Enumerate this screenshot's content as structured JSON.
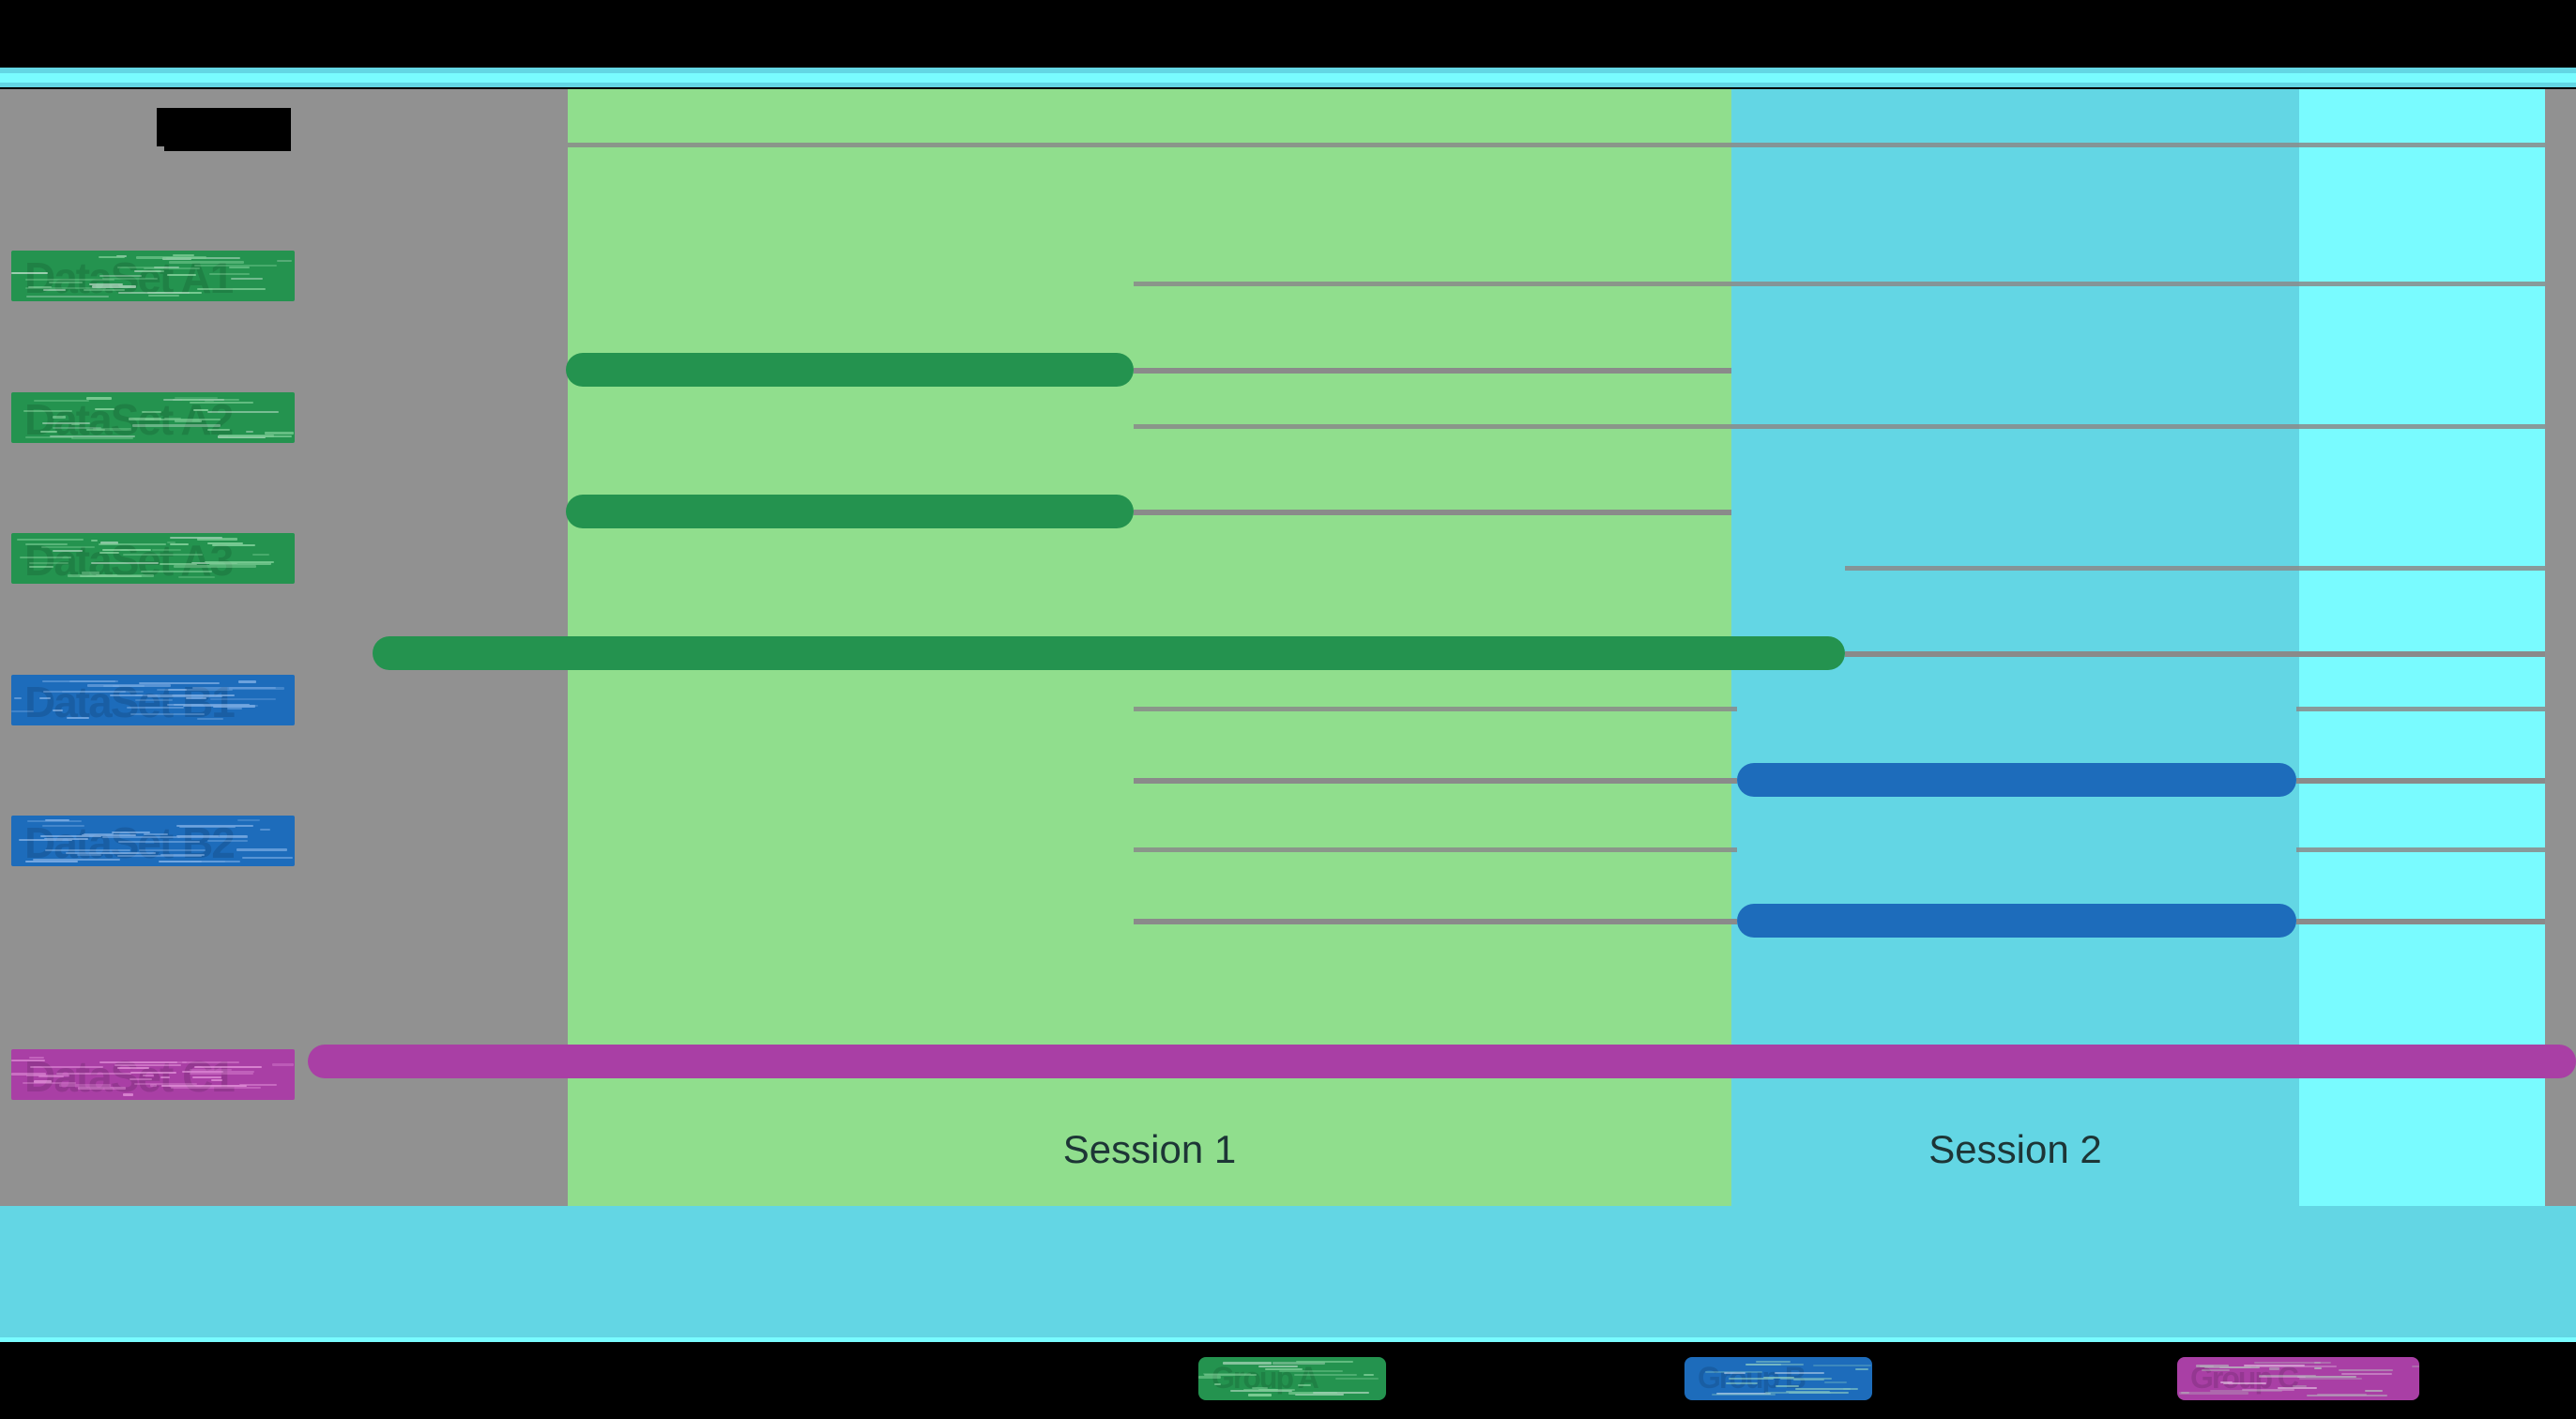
{
  "figure": {
    "type": "gantt",
    "title_redacted": true,
    "title_placeholder": "[redacted]",
    "background_color": "#919191",
    "session_bands": [
      {
        "label": "Session 1",
        "color": "#90de8d",
        "x_start": 605,
        "x_end": 1845
      },
      {
        "label": "Session 2",
        "color": "#63d6e4",
        "x_start": 1845,
        "x_end": 2450
      },
      {
        "label": "",
        "color": "#79fbff",
        "x_start": 2450,
        "x_end": 2712
      }
    ]
  },
  "chart_data": {
    "type": "bar",
    "title": "[redacted]",
    "xlabel": "",
    "ylabel": "",
    "categories": [
      "DataSet A1",
      "DataSet A2",
      "DataSet A3",
      "DataSet B1",
      "DataSet B2",
      "DataSet C1"
    ],
    "series": [
      {
        "name": "Group A",
        "color": "#24934f",
        "tasks": [
          {
            "row": 0,
            "start": 605,
            "end": 1208,
            "connector_end": 1845
          },
          {
            "row": 1,
            "start": 605,
            "end": 1208,
            "connector_end": 1845
          },
          {
            "row": 2,
            "start": 397,
            "end": 1966,
            "connector_end": 2712
          }
        ]
      },
      {
        "name": "Group B",
        "color": "#1d6cbb",
        "tasks": [
          {
            "row": 3,
            "start": 1851,
            "end": 2447,
            "connector_start": 1208,
            "connector_end": 2712
          },
          {
            "row": 4,
            "start": 1851,
            "end": 2447,
            "connector_start": 1208,
            "connector_end": 2712
          }
        ]
      },
      {
        "name": "Group C",
        "color": "#a93fa5",
        "tasks": [
          {
            "row": 5,
            "start": 328,
            "end": 2745,
            "connector_end": 2745
          }
        ]
      }
    ],
    "legend_position": "bottom",
    "legend": [
      {
        "label": "Group A",
        "color": "#24934f",
        "redacted": true
      },
      {
        "label": "Group B",
        "color": "#1d6cbb",
        "redacted": true
      },
      {
        "label": "Group C",
        "color": "#a93fa5",
        "redacted": true
      }
    ],
    "grid": true
  },
  "y_axis": {
    "labels": [
      {
        "text": "DataSet A1",
        "color": "#24934f",
        "redacted": true
      },
      {
        "text": "DataSet A2",
        "color": "#24934f",
        "redacted": true
      },
      {
        "text": "DataSet A3",
        "color": "#24934f",
        "redacted": true
      },
      {
        "text": "DataSet B1",
        "color": "#1d6cbb",
        "redacted": true
      },
      {
        "text": "DataSet B2",
        "color": "#1d6cbb",
        "redacted": true
      },
      {
        "text": "DataSet C1",
        "color": "#a93fa5",
        "redacted": true
      }
    ]
  },
  "colors": {
    "plot_background": "#919191",
    "session1": "#90de8d",
    "session2": "#63d6e4",
    "session3": "#79fbff",
    "green": "#24934f",
    "blue": "#1d6cbb",
    "magenta": "#a93fa5",
    "gridline": "#8a8a8a",
    "page": "#000000"
  }
}
